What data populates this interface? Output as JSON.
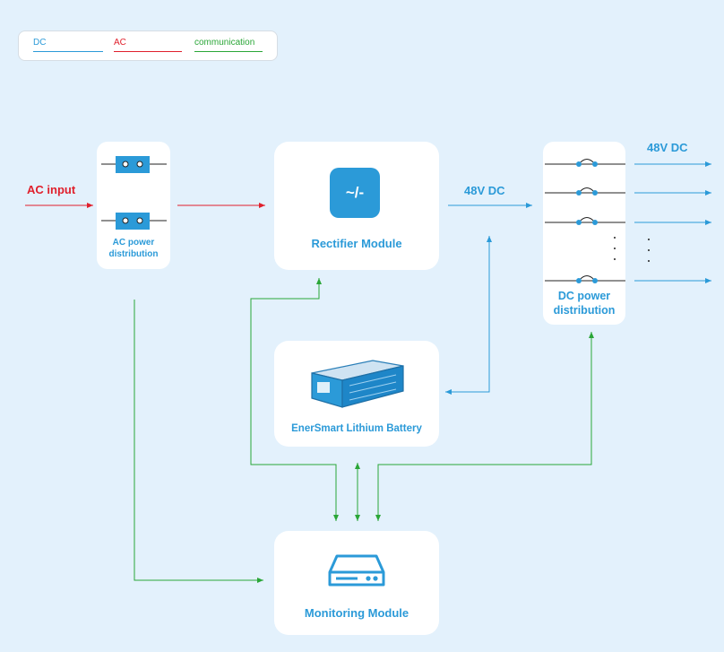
{
  "legend": {
    "dc": "DC",
    "ac": "AC",
    "communication": "communication"
  },
  "labels": {
    "ac_input": "AC input",
    "ac_power_distribution": "AC power distribution",
    "rectifier_module": "Rectifier Module",
    "rectifier_symbol": "~/-",
    "dc_link_label": "48V DC",
    "dc_output_label": "48V DC",
    "battery": "EnerSmart Lithium Battery",
    "dc_power_distribution": "DC power distribution",
    "monitoring_module": "Monitoring Module"
  },
  "colors": {
    "background": "#e3f1fc",
    "dc": "#2b9ad8",
    "ac": "#e0202c",
    "communication": "#2aa637",
    "label_blue": "#2b9ad8",
    "label_red": "#e0202c"
  },
  "icons": {
    "rectifier": "rectifier-icon",
    "battery": "battery-rack-icon",
    "monitoring": "server-icon"
  }
}
